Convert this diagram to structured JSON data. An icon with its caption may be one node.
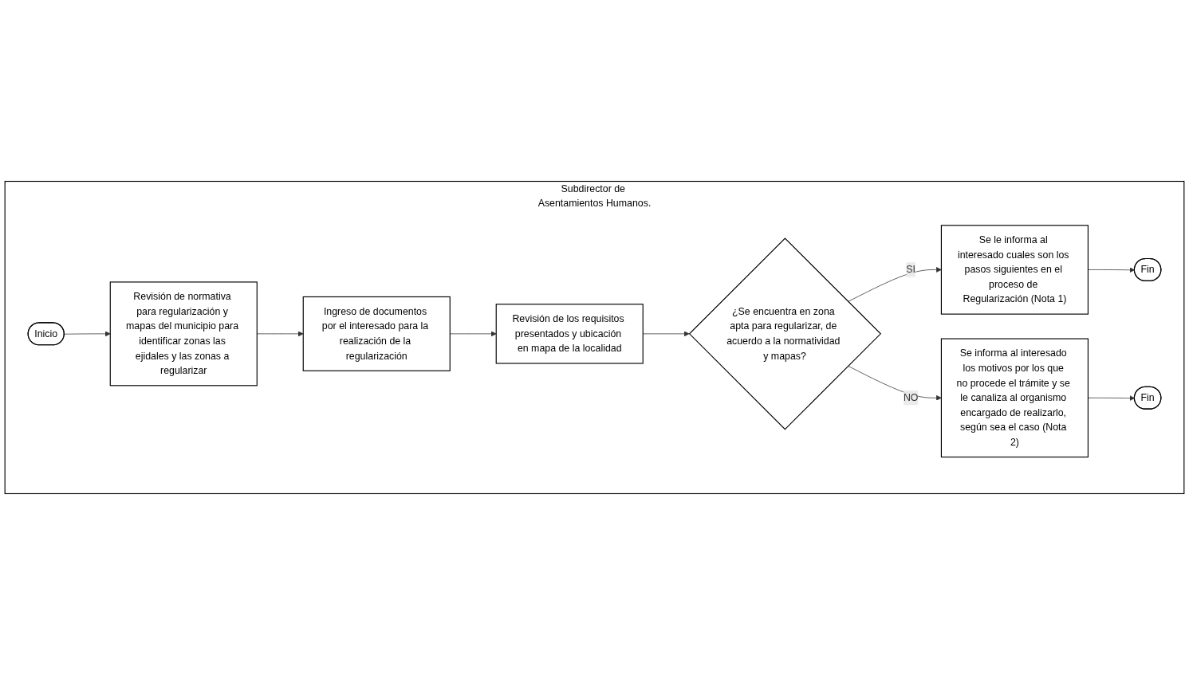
{
  "diagram": {
    "nodes": [
      {
        "text": [
          "Subdirector de Asentamientos Humanos."
        ]
      },
      {
        "text": [
          "Inicio"
        ],
        "in": 0
      },
      {
        "text": [
          "Revisión de normativa para regularización y mapas del municipio para identificar zonas las ejidales y las zonas a regularizar"
        ],
        "in": 0
      },
      {
        "text": [
          "Ingreso de documentos por el interesado para la realización de la regularización"
        ],
        "in": 0
      },
      {
        "text": [
          "Revisión de los requisitos presentados y ubicación en mapa de la localidad"
        ],
        "in": 0
      },
      {
        "text": [
          "¿Se encuentra en zona apta para regularizar, de acuerdo a la normatividad y mapas?"
        ],
        "in": 0
      },
      {
        "text": [
          "Se le informa al interesado cuales son los pasos siguientes en el proceso de Regularización (Nota 1)"
        ],
        "in": 0
      },
      {
        "text": [
          "Fin"
        ],
        "in": 0
      },
      {
        "text": [
          "Se informa al interesado los motivos por los que no procede el trámite y se le canaliza al organismo encargado de realizarlo, según sea el caso (Nota 2)"
        ],
        "in": 0
      },
      {
        "text": [
          "Fin"
        ],
        "in": 0
      }
    ],
    "edges": [
      {
        "from": 1,
        "to": 2,
        "arrow": "to"
      },
      {
        "from": 2,
        "to": 3,
        "arrow": "to"
      },
      {
        "from": 3,
        "to": 4,
        "arrow": "to"
      },
      {
        "from": 4,
        "to": 5,
        "arrow": "to"
      },
      {
        "from": 5,
        "to": 6,
        "arrow": "to",
        "label": "SI"
      },
      {
        "from": 6,
        "to": 7,
        "arrow": "to"
      },
      {
        "from": 5,
        "to": 8,
        "arrow": "to",
        "label": "NO"
      },
      {
        "from": 8,
        "to": 9,
        "arrow": "to"
      }
    ]
  }
}
